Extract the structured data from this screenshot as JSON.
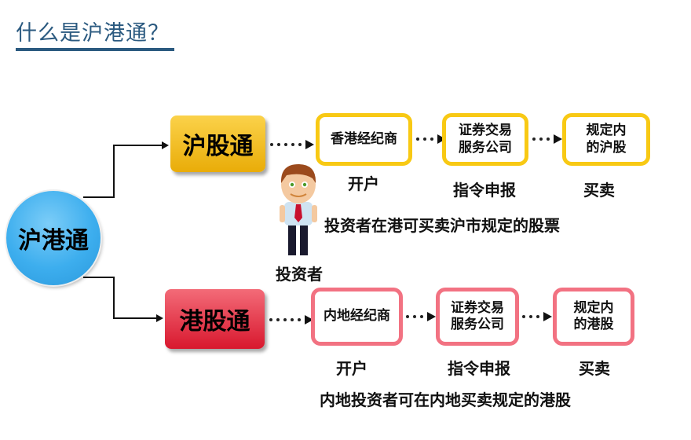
{
  "title": "什么是沪港通？",
  "hub": "沪港通",
  "northbound": {
    "name": "沪股通",
    "steps": [
      {
        "box": "香港经纪商",
        "label": "开户"
      },
      {
        "box": "证券交易服务公司",
        "box_lines": [
          "证券交易",
          "服务公司"
        ],
        "label": "指令申报"
      },
      {
        "box_lines": [
          "规定内",
          "的沪股"
        ],
        "label": "买卖"
      }
    ],
    "note": "投资者在港可买卖沪市规定的股票"
  },
  "investor": "投资者",
  "southbound": {
    "name": "港股通",
    "steps": [
      {
        "box": "内地经纪商",
        "label": "开户"
      },
      {
        "box_lines": [
          "证券交易",
          "服务公司"
        ],
        "label": "指令申报"
      },
      {
        "box_lines": [
          "规定内",
          "的港股"
        ],
        "label": "买卖"
      }
    ],
    "note": "内地投资者可在内地买卖规定的港股"
  },
  "colors": {
    "title": "#2b5a80",
    "hub": "#3daeee",
    "north": "#f8c914",
    "south": "#f27282"
  }
}
